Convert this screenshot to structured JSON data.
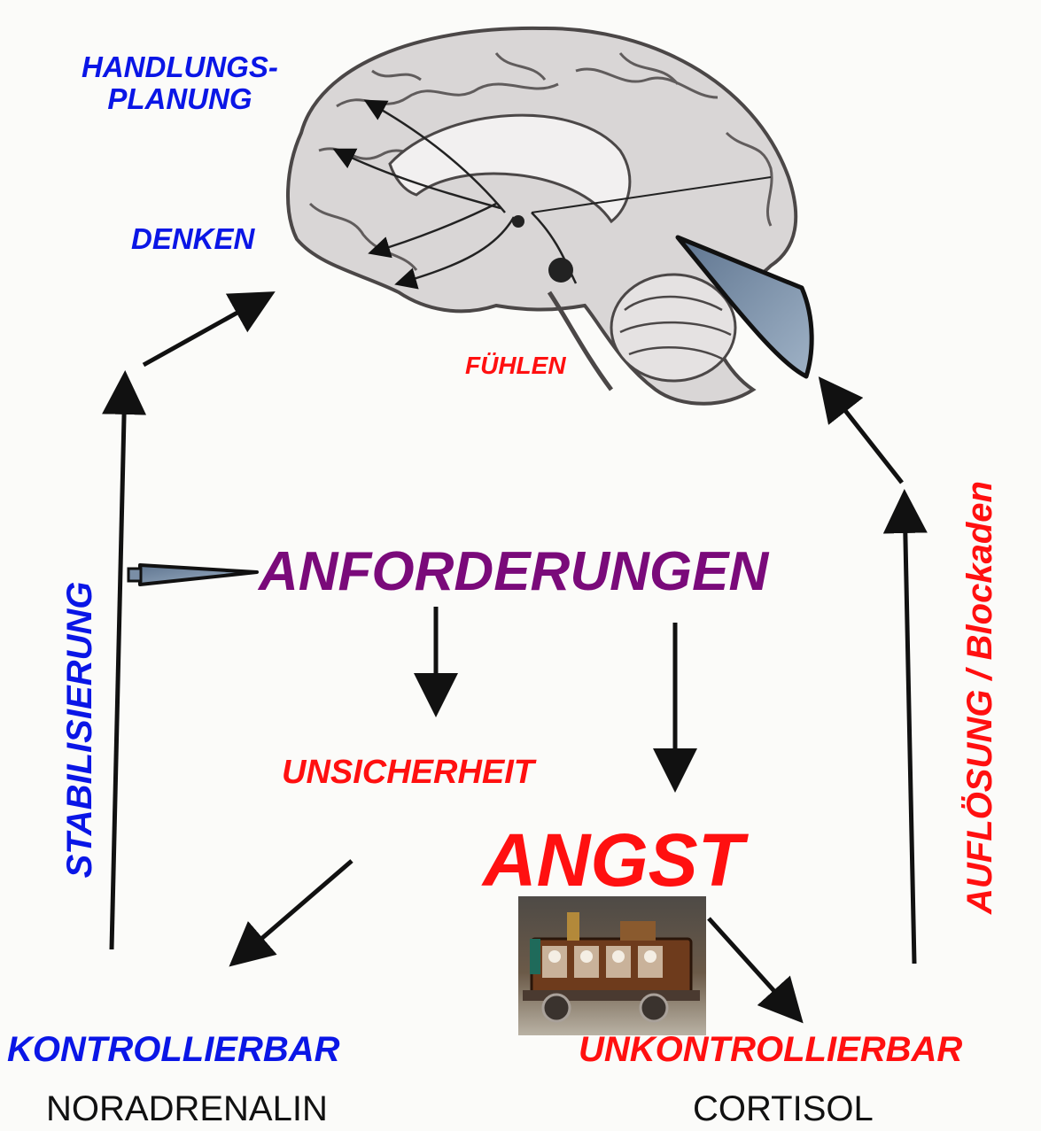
{
  "colors": {
    "blue": "#0a16e6",
    "red": "#ff1010",
    "purple": "#7a0a7a",
    "black": "#111111",
    "brain_fill": "#d9d6d6",
    "brain_dark": "#4b4747",
    "wedge_fill": "#7a8ea6"
  },
  "brain": {
    "labels": {
      "planning": "HANDLUNGS-\nPLANUNG",
      "thinking": "DENKEN",
      "feeling": "FÜHLEN"
    }
  },
  "flow": {
    "demands": "ANFORDERUNGEN",
    "uncertainty": "UNSICHERHEIT",
    "fear": "ANGST"
  },
  "outcomes": {
    "controllable": "KONTROLLIERBAR",
    "uncontrollable": "UNKONTROLLIERBAR",
    "noradrenaline": "NORADRENALIN",
    "cortisol": "CORTISOL"
  },
  "side_labels": {
    "left": "STABILISIERUNG",
    "right": "AUFLÖSUNG / Blockaden"
  },
  "photo": {
    "icon": "toy-vehicle-photo"
  }
}
